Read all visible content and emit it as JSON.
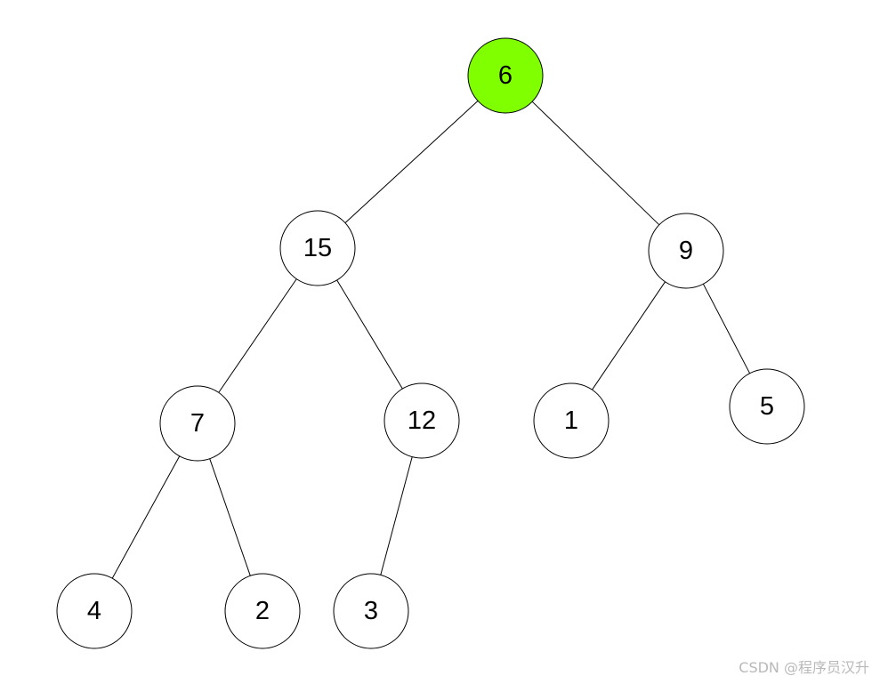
{
  "diagram": {
    "type": "binary-tree",
    "colors": {
      "highlight": "#7fff00",
      "default": "#ffffff",
      "stroke": "#000000"
    },
    "nodes": [
      {
        "id": "n6",
        "label": "6",
        "highlighted": true
      },
      {
        "id": "n15",
        "label": "15",
        "highlighted": false
      },
      {
        "id": "n9",
        "label": "9",
        "highlighted": false
      },
      {
        "id": "n7",
        "label": "7",
        "highlighted": false
      },
      {
        "id": "n12",
        "label": "12",
        "highlighted": false
      },
      {
        "id": "n1",
        "label": "1",
        "highlighted": false
      },
      {
        "id": "n5",
        "label": "5",
        "highlighted": false
      },
      {
        "id": "n4",
        "label": "4",
        "highlighted": false
      },
      {
        "id": "n2",
        "label": "2",
        "highlighted": false
      },
      {
        "id": "n3",
        "label": "3",
        "highlighted": false
      }
    ],
    "edges": [
      [
        "n6",
        "n15"
      ],
      [
        "n6",
        "n9"
      ],
      [
        "n15",
        "n7"
      ],
      [
        "n15",
        "n12"
      ],
      [
        "n9",
        "n1"
      ],
      [
        "n9",
        "n5"
      ],
      [
        "n7",
        "n4"
      ],
      [
        "n7",
        "n2"
      ],
      [
        "n12",
        "n3"
      ]
    ]
  },
  "watermark": {
    "text": "CSDN @程序员汉升"
  }
}
